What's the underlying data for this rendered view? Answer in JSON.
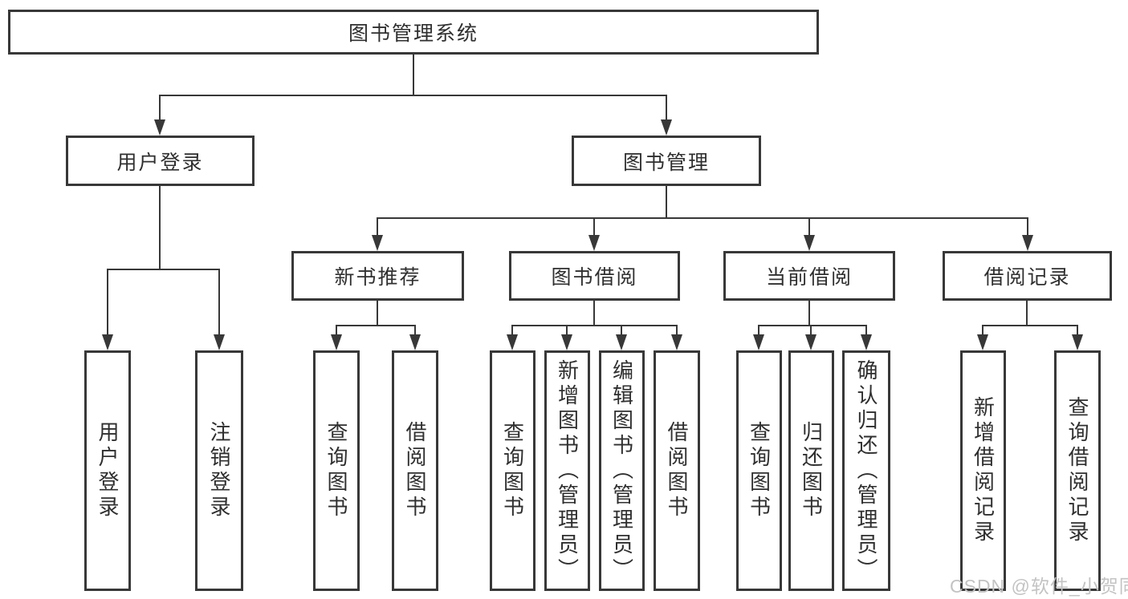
{
  "diagram": {
    "root": {
      "label": "图书管理系统",
      "children": [
        {
          "label": "用户登录",
          "children": [
            {
              "label": "用户登录"
            },
            {
              "label": "注销登录"
            }
          ]
        },
        {
          "label": "图书管理",
          "children": [
            {
              "label": "新书推荐",
              "children": [
                {
                  "label": "查询图书"
                },
                {
                  "label": "借阅图书"
                }
              ]
            },
            {
              "label": "图书借阅",
              "children": [
                {
                  "label": "查询图书"
                },
                {
                  "label": "新增图书（管理员）"
                },
                {
                  "label": "编辑图书（管理员）"
                },
                {
                  "label": "借阅图书"
                }
              ]
            },
            {
              "label": "当前借阅",
              "children": [
                {
                  "label": "查询图书"
                },
                {
                  "label": "归还图书"
                },
                {
                  "label": "确认归还（管理员）"
                }
              ]
            },
            {
              "label": "借阅记录",
              "children": [
                {
                  "label": "新增借阅记录"
                },
                {
                  "label": "查询借阅记录"
                }
              ]
            }
          ]
        }
      ]
    }
  },
  "watermark": {
    "text": "CSDN @软件_小贺同学"
  },
  "colors": {
    "line": "#383838",
    "text": "#2f2f2f",
    "background": "#ffffff",
    "watermark": "#c3c3c3"
  }
}
